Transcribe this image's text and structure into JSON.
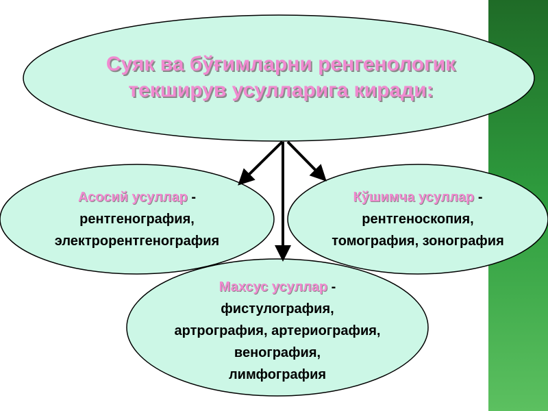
{
  "colors": {
    "ellipse_fill": "#ccf7e6",
    "ellipse_stroke": "#000000",
    "heading_pink": "#f08ad0",
    "side_bar_green": "#2e9a3e"
  },
  "main_node": {
    "line1": "Суяк ва бўғимларни ренгенологик",
    "line2": "текширув усулларига киради:"
  },
  "left_node": {
    "heading": "Асосий усуллар",
    "dash": " -",
    "line2": "рентгенография,",
    "line3": "электрорентгенография"
  },
  "right_node": {
    "heading": "Кўшимча усуллар",
    "dash": " -",
    "line2": "рентгеноскопия,",
    "line3": "томография, зонография"
  },
  "bottom_node": {
    "heading": "Махсус усуллар",
    "dash": " -",
    "line2": "фистулография,",
    "line3": "артрография, артериография,",
    "line4": "венография,",
    "line5": "лимфография"
  }
}
